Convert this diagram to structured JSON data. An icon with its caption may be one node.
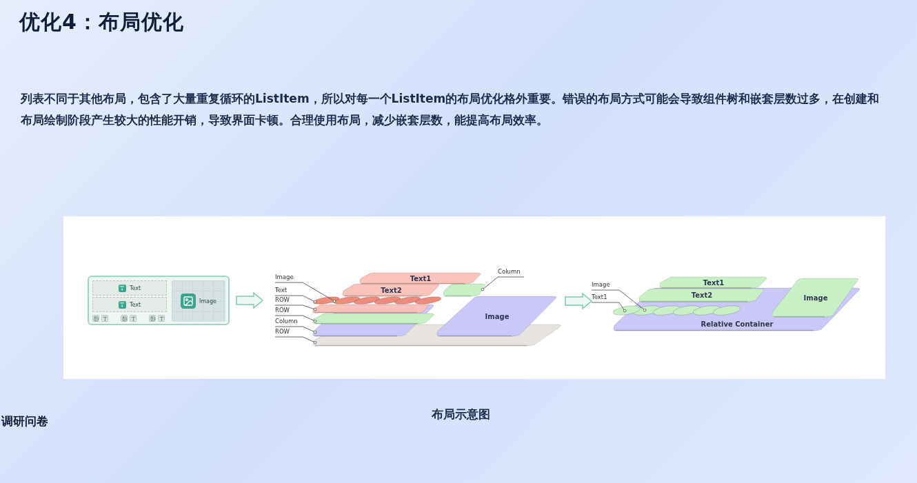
{
  "diagram": {
    "title": "优化4：布局优化",
    "caption": "布局示意图",
    "nodes": [
      {
        "text": [],
        "shape": "box"
      },
      {
        "text": [
          "Text"
        ],
        "in": 0
      },
      {
        "text": [
          "Text"
        ],
        "in": 0
      },
      {
        "text": [
          "Image"
        ],
        "in": 0
      },
      {
        "text": [
          "Image"
        ]
      },
      {
        "text": [
          "Column"
        ]
      },
      {
        "text": [
          "Text"
        ]
      },
      {
        "text": [
          "ROW"
        ]
      },
      {
        "text": [
          "ROW"
        ]
      },
      {
        "text": [
          "Column"
        ]
      },
      {
        "text": [
          "ROW"
        ]
      },
      {
        "text": [],
        "shape": "bar"
      },
      {
        "text": [],
        "shape": "bar"
      },
      {
        "text": [],
        "shape": "bar"
      },
      {
        "text": [
          "Text1"
        ]
      },
      {
        "text": [
          "Text2"
        ]
      },
      {
        "text": [],
        "shape": "bar",
        "in": 12
      },
      {
        "text": [],
        "shape": "bar",
        "in": 12
      },
      {
        "text": [],
        "shape": "ellipse"
      },
      {
        "text": [],
        "shape": "ellipse"
      },
      {
        "text": [],
        "shape": "ellipse"
      },
      {
        "text": [],
        "shape": "ellipse"
      },
      {
        "text": [],
        "shape": "ellipse"
      },
      {
        "text": [],
        "shape": "ellipse"
      },
      {
        "text": [
          "Image"
        ]
      },
      {
        "text": [
          "Image"
        ]
      },
      {
        "text": [
          "Text1"
        ]
      },
      {
        "text": [
          "Relative Container"
        ]
      },
      {
        "text": [
          "Text1"
        ]
      },
      {
        "text": [
          "Text2"
        ],
        "in": 27
      },
      {
        "text": [
          "Image"
        ]
      },
      {
        "text": [],
        "shape": "ellipse"
      },
      {
        "text": [],
        "shape": "ellipse",
        "in": 27
      },
      {
        "text": [],
        "shape": "ellipse",
        "in": 27
      },
      {
        "text": [],
        "shape": "ellipse",
        "in": 27
      },
      {
        "text": [],
        "shape": "ellipse",
        "in": 27
      },
      {
        "text": [],
        "shape": "ellipse",
        "in": 27
      }
    ],
    "edges": [
      {
        "from": 0,
        "to": null,
        "arrow": "to",
        "style": "thick"
      },
      {
        "from": 24,
        "to": null,
        "arrow": "to",
        "style": "thick"
      },
      {
        "from": 4,
        "to": 19,
        "arrow": "other"
      },
      {
        "from": 6,
        "to": 18,
        "arrow": "other"
      },
      {
        "from": 7,
        "to": 16,
        "arrow": "other"
      },
      {
        "from": 8,
        "to": 17,
        "arrow": "other"
      },
      {
        "from": 9,
        "to": 12,
        "arrow": "other"
      },
      {
        "from": 10,
        "to": 11,
        "arrow": "other"
      },
      {
        "from": 5,
        "to": 13,
        "arrow": "other"
      },
      {
        "from": 25,
        "to": 32,
        "arrow": "other"
      },
      {
        "from": 26,
        "to": 31,
        "arrow": "other"
      }
    ],
    "labels": [
      "列表不同于其他布局，包含了大量重复循环的ListItem，所以对每一个ListItem的布局优化格外重要。错误的布局方式可能会导致组件树和嵌套层数过多，在创建和布局绘制阶段产生较大的性能开销，导致界面卡顿。合理使用布局，减少嵌套层数，能提高布局效率。",
      "调研问卷"
    ]
  }
}
